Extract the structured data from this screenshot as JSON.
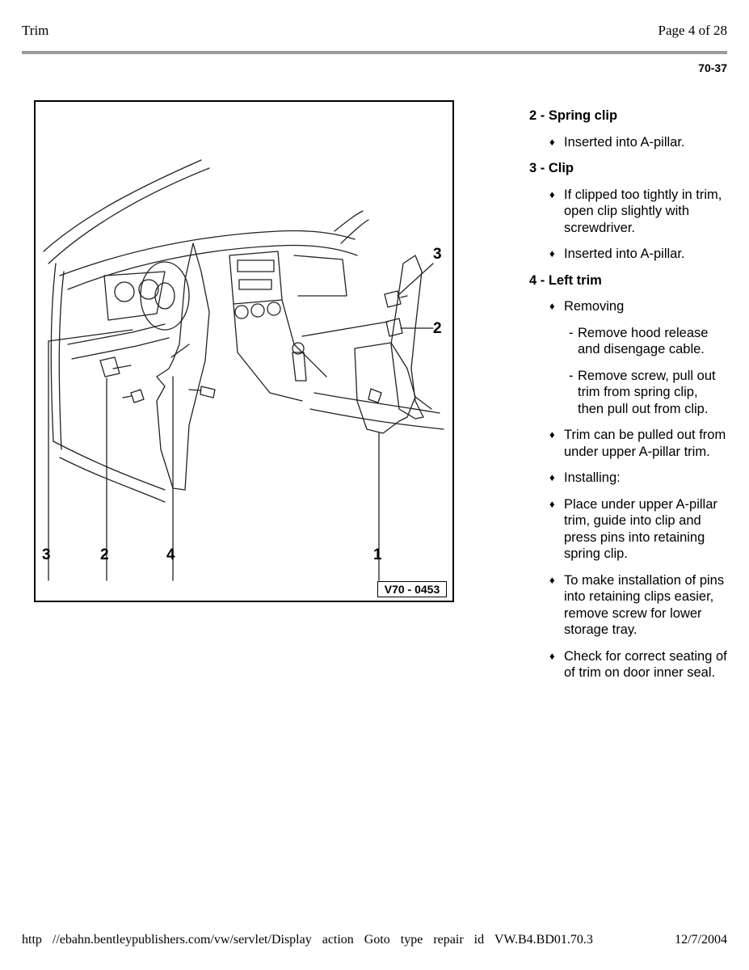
{
  "header": {
    "section": "Trim",
    "page": "Page 4 of 28"
  },
  "page_number": "70-37",
  "figure": {
    "callouts": [
      "3",
      "2",
      "4",
      "1",
      "3",
      "2"
    ],
    "code": "V70 - 0453"
  },
  "items": [
    {
      "title": "2 - Spring clip",
      "bullets": [
        {
          "text": "Inserted into A-pillar."
        }
      ]
    },
    {
      "title": "3 - Clip",
      "bullets": [
        {
          "text": "If clipped too tightly in trim, open clip slightly with screwdriver."
        },
        {
          "text": "Inserted into A-pillar."
        }
      ]
    },
    {
      "title": "4 - Left trim",
      "bullets": [
        {
          "text": "Removing"
        },
        {
          "text": "Trim can be pulled out from under upper A-pillar trim."
        },
        {
          "text": "Installing:"
        },
        {
          "text": "Place under upper A-pillar trim, guide into clip and press pins into retaining spring clip."
        },
        {
          "text": "To make installation of pins into retaining clips easier, remove screw for lower storage tray."
        },
        {
          "text": "Check for correct seating of of trim on door inner seal."
        }
      ],
      "steps": [
        {
          "text": "Remove hood release and disengage cable."
        },
        {
          "text": "Remove screw, pull out trim from spring clip, then pull out from clip."
        }
      ]
    }
  ],
  "footer": {
    "url": "http //ebahn.bentleypublishers.com/vw/servlet/Display action Goto type repair id VW.B4.BD01.70.3",
    "date": "12/7/2004"
  }
}
